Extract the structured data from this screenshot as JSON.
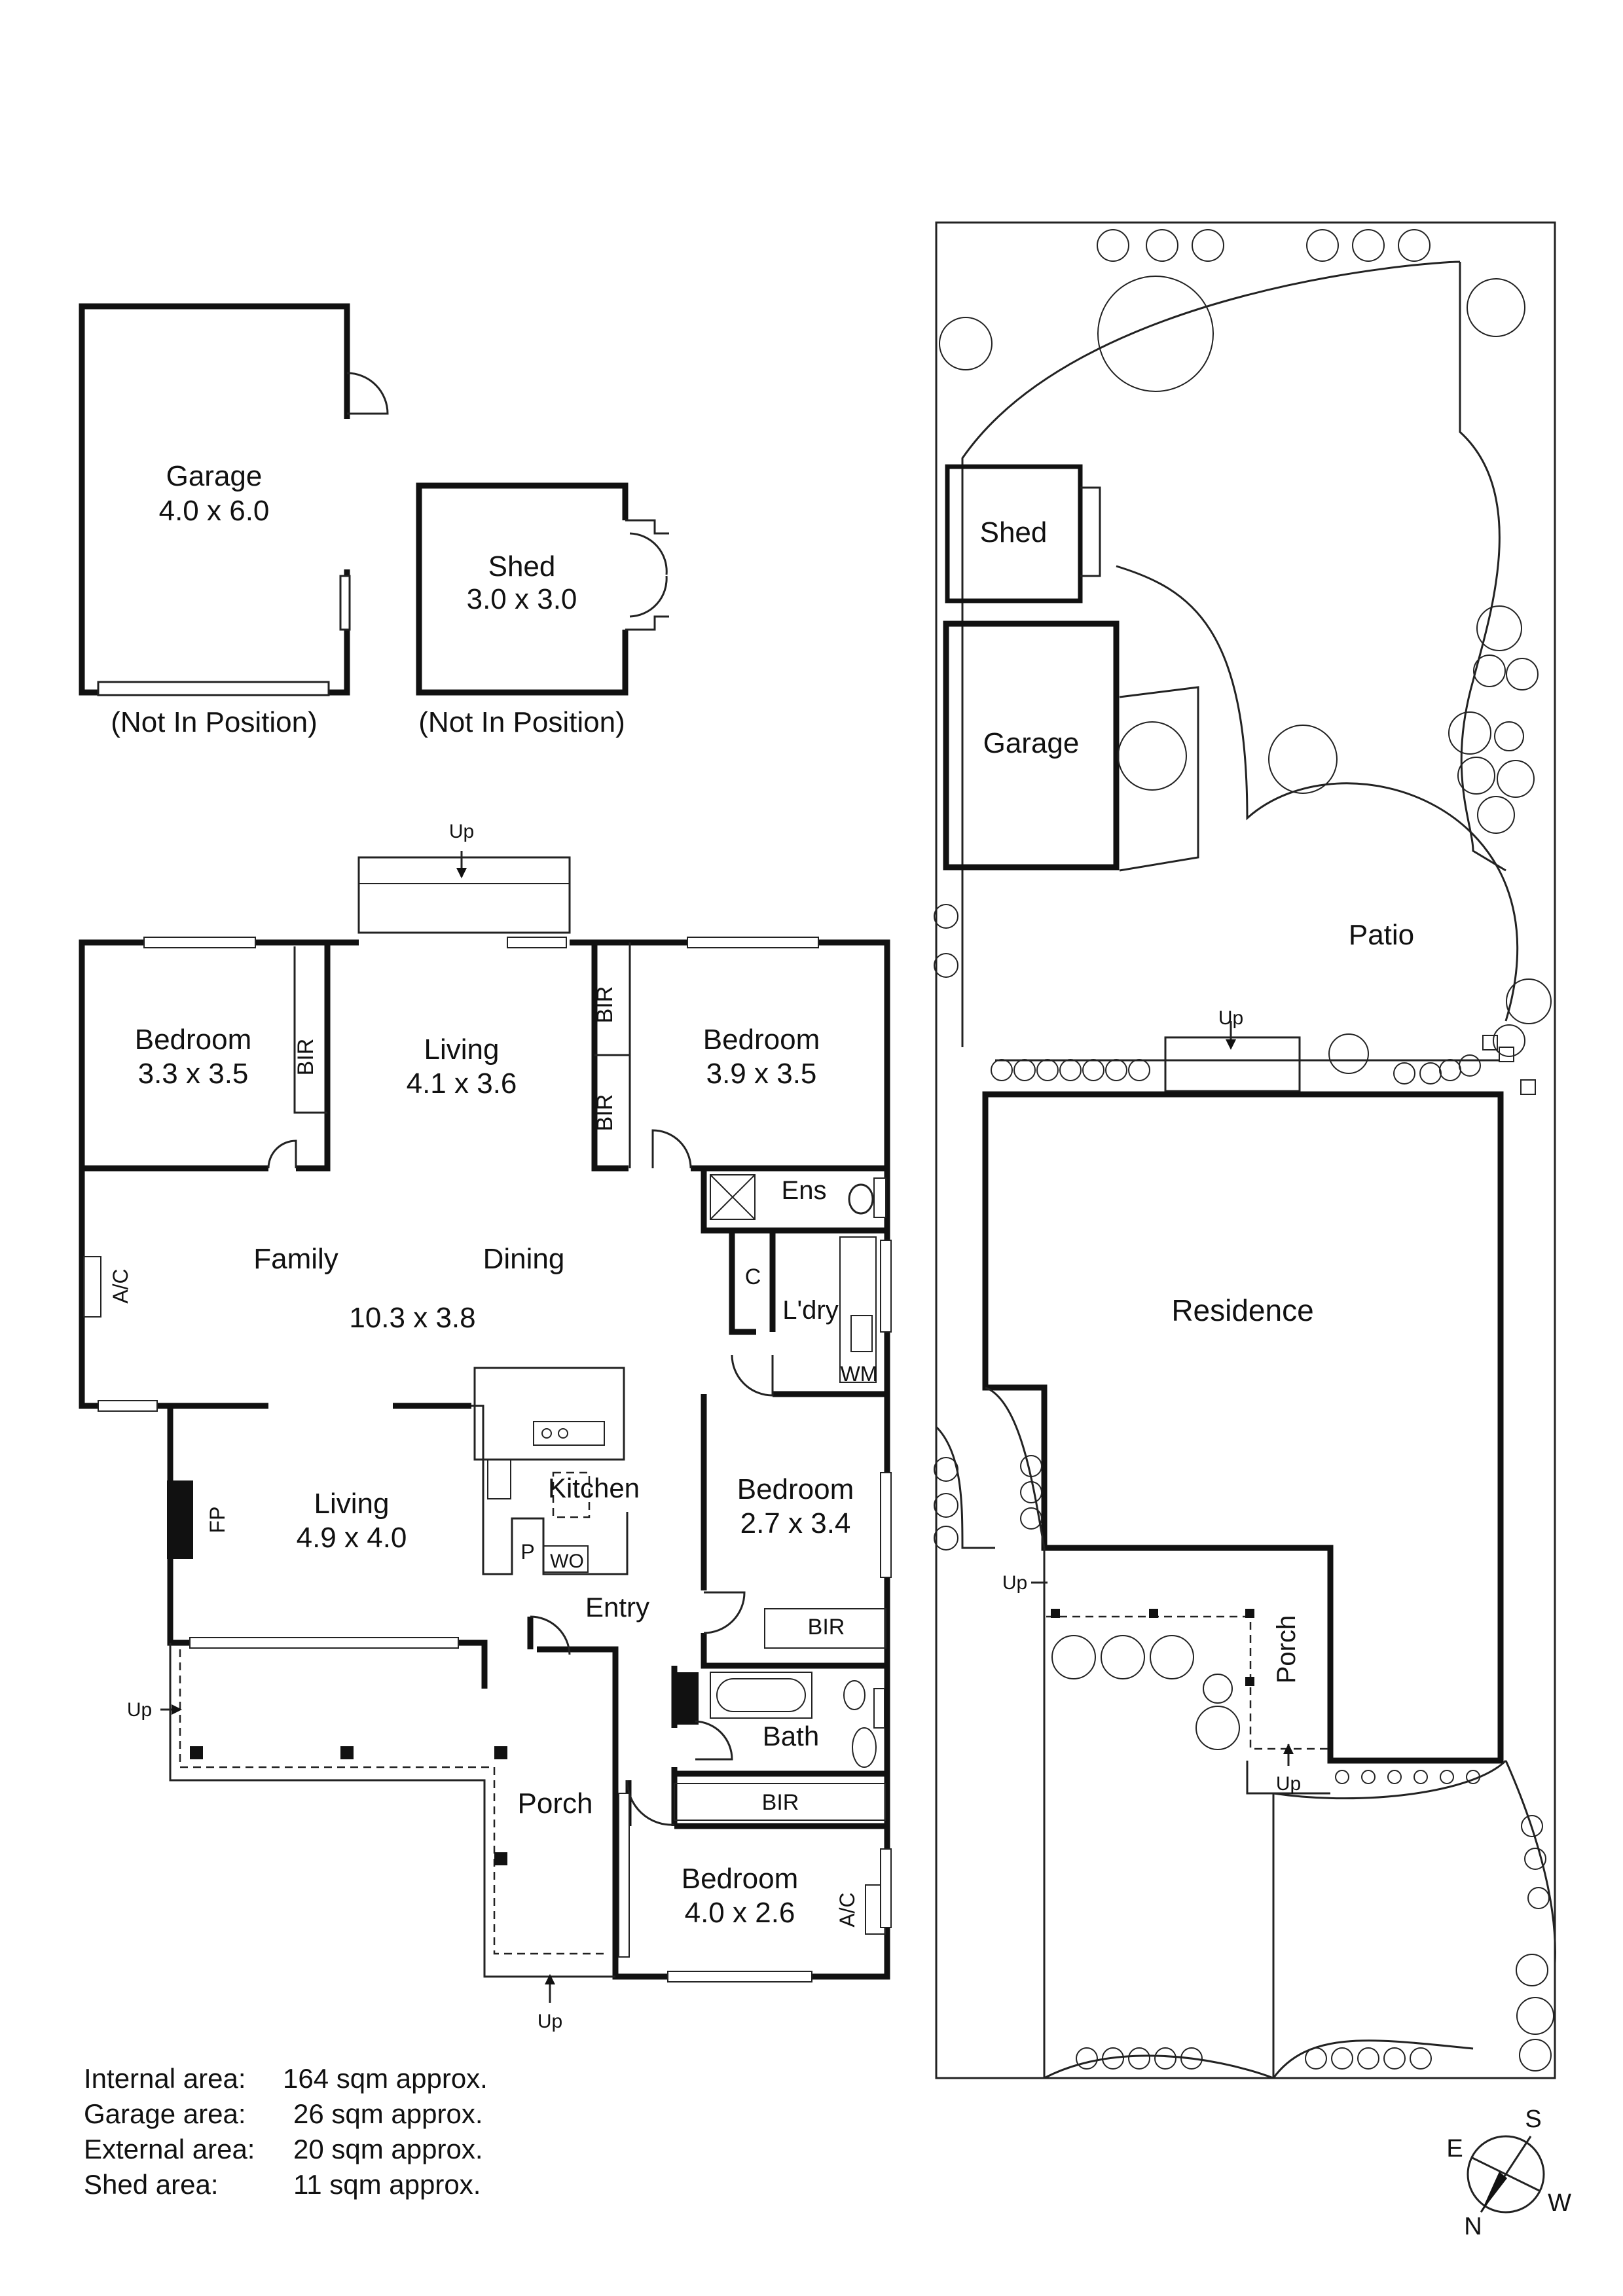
{
  "detached": {
    "garage_name": "Garage",
    "garage_dims": "4.0 x 6.0",
    "garage_note": "(Not In Position)",
    "shed_name": "Shed",
    "shed_dims": "3.0 x 3.0",
    "shed_note": "(Not In Position)"
  },
  "plan": {
    "rooms": [
      {
        "id": "bedroom-1",
        "name": "Bedroom",
        "dims": "3.3 x 3.5"
      },
      {
        "id": "living-1",
        "name": "Living",
        "dims": "4.1 x 3.6"
      },
      {
        "id": "bedroom-2",
        "name": "Bedroom",
        "dims": "3.9 x 3.5"
      },
      {
        "id": "family-dining",
        "name_a": "Family",
        "name_b": "Dining",
        "dims": "10.3 x 3.8"
      },
      {
        "id": "living-2",
        "name": "Living",
        "dims": "4.9 x 4.0"
      },
      {
        "id": "bedroom-3",
        "name": "Bedroom",
        "dims": "2.7 x 3.4"
      },
      {
        "id": "bedroom-4",
        "name": "Bedroom",
        "dims": "4.0 x 2.6"
      }
    ],
    "labels": {
      "bir": "BIR",
      "ens": "Ens",
      "c": "C",
      "ldry": "L'dry",
      "wm": "WM",
      "kitchen": "Kitchen",
      "p": "P",
      "wo": "WO",
      "entry": "Entry",
      "bath": "Bath",
      "porch": "Porch",
      "ac": "A/C",
      "fp": "FP",
      "up": "Up"
    }
  },
  "site": {
    "shed": "Shed",
    "garage": "Garage",
    "patio": "Patio",
    "residence": "Residence",
    "porch": "Porch",
    "up": "Up"
  },
  "areas": [
    {
      "label": "Internal area:",
      "value": "164 sqm approx."
    },
    {
      "label": "Garage area:",
      "value": "26 sqm approx."
    },
    {
      "label": "External area:",
      "value": "20 sqm approx."
    },
    {
      "label": "Shed area:",
      "value": "11 sqm approx."
    }
  ],
  "compass": {
    "n": "N",
    "s": "S",
    "e": "E",
    "w": "W"
  }
}
